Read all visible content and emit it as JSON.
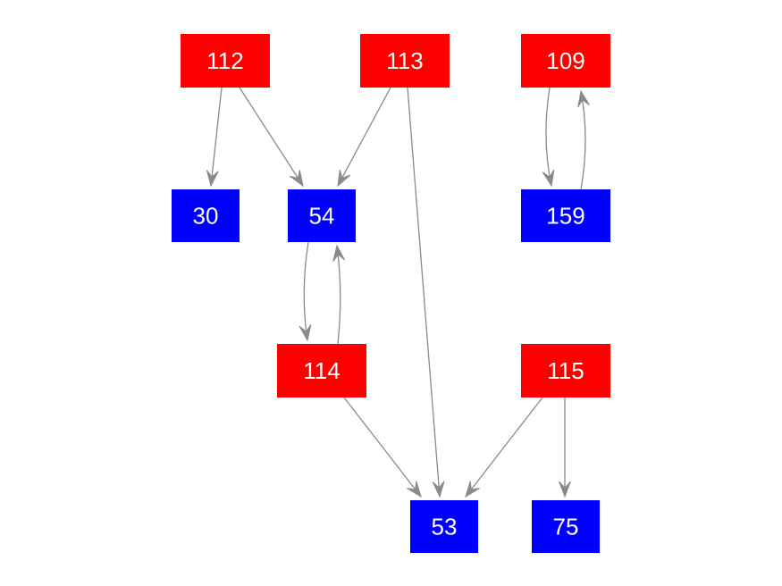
{
  "colors": {
    "red_node": "#ff0000",
    "blue_node": "#0000ff",
    "edge": "#8a8a8a",
    "label": "#ffffff",
    "background": "#ffffff"
  },
  "nodes": [
    {
      "id": "112",
      "label": "112",
      "kind": "red"
    },
    {
      "id": "113",
      "label": "113",
      "kind": "red"
    },
    {
      "id": "109",
      "label": "109",
      "kind": "red"
    },
    {
      "id": "30",
      "label": "30",
      "kind": "blue"
    },
    {
      "id": "54",
      "label": "54",
      "kind": "blue"
    },
    {
      "id": "159",
      "label": "159",
      "kind": "blue"
    },
    {
      "id": "114",
      "label": "114",
      "kind": "red"
    },
    {
      "id": "115",
      "label": "115",
      "kind": "red"
    },
    {
      "id": "53",
      "label": "53",
      "kind": "blue"
    },
    {
      "id": "75",
      "label": "75",
      "kind": "blue"
    }
  ],
  "edges": [
    {
      "from": "112",
      "to": "30"
    },
    {
      "from": "112",
      "to": "54"
    },
    {
      "from": "113",
      "to": "54"
    },
    {
      "from": "113",
      "to": "53"
    },
    {
      "from": "109",
      "to": "159"
    },
    {
      "from": "159",
      "to": "109"
    },
    {
      "from": "54",
      "to": "114"
    },
    {
      "from": "114",
      "to": "54"
    },
    {
      "from": "114",
      "to": "53"
    },
    {
      "from": "115",
      "to": "53"
    },
    {
      "from": "115",
      "to": "75"
    }
  ]
}
